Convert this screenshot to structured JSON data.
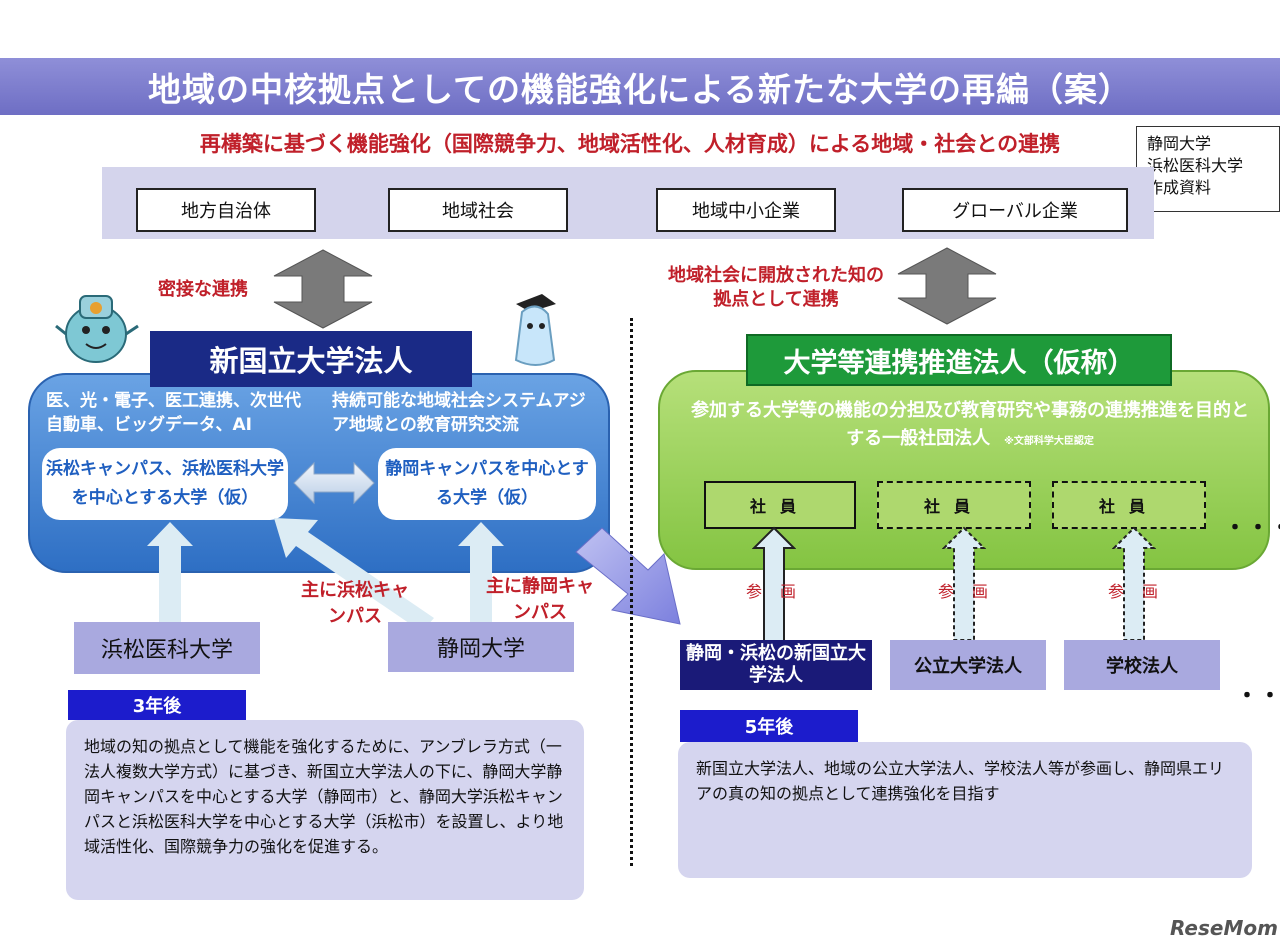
{
  "title": "地域の中核拠点としての機能強化による新たな大学の再編（案）",
  "subtitle": "再構築に基づく機能強化（国際競争力、地域活性化、人材育成）による地域・社会との連携",
  "credit": [
    "静岡大学",
    "浜松医科大学",
    "作成資料"
  ],
  "stakeholders": [
    "地方自治体",
    "地域社会",
    "地域中小企業",
    "グローバル企業"
  ],
  "left": {
    "link_label": "密接な連携",
    "title": "新国立大学法人",
    "col1_text": "医、光・電子、医工連携、次世代自動車、ビッグデータ、AI",
    "col2_text": "持続可能な地域社会システムアジア地域との教育研究交流",
    "campus_hamamatsu": "浜松キャンパス、浜松医科大学を中心とする大学（仮）",
    "campus_shizuoka": "静岡キャンパスを中心とする大学（仮）",
    "label_hamamatsu": "主に浜松キャンパス",
    "label_shizuoka": "主に静岡キャンパス",
    "org1": "浜松医科大学",
    "org2": "静岡大学",
    "tab": "3年後",
    "note": "地域の知の拠点として機能を強化するために、アンブレラ方式（一法人複数大学方式）に基づき、新国立大学法人の下に、静岡大学静岡キャンパスを中心とする大学（静岡市）と、静岡大学浜松キャンパスと浜松医科大学を中心とする大学（浜松市）を設置し、より地域活性化、国際競争力の強化を促進する。"
  },
  "right": {
    "link_label": "地域社会に開放された知の拠点として連携",
    "title": "大学等連携推進法人（仮称）",
    "desc": "参加する大学等の機能の分担及び教育研究や事務の連携推進を目的とする一般社団法人",
    "desc_note": "※文部科学大臣認定",
    "member": "社員",
    "ellipsis": "・・・",
    "participate": "参画",
    "org1": "静岡・浜松の新国立大学法人",
    "org2": "公立大学法人",
    "org3": "学校法人",
    "tab": "5年後",
    "note": "新国立大学法人、地域の公立大学法人、学校法人等が参画し、静岡県エリアの真の知の拠点として連携強化を目指す"
  },
  "watermark": "ReseMom",
  "colors": {
    "title_bar": "#7b7bcc",
    "red": "#c0202a",
    "navy": "#1a2a86",
    "green": "#1e9a3a",
    "blue_box": "#3a7fd0",
    "green_box": "#97cf52"
  },
  "icons": [
    "mascot-left-icon",
    "mascot-right-icon",
    "double-arrow-icon",
    "up-arrow-icon",
    "big-diagonal-arrow-icon"
  ]
}
